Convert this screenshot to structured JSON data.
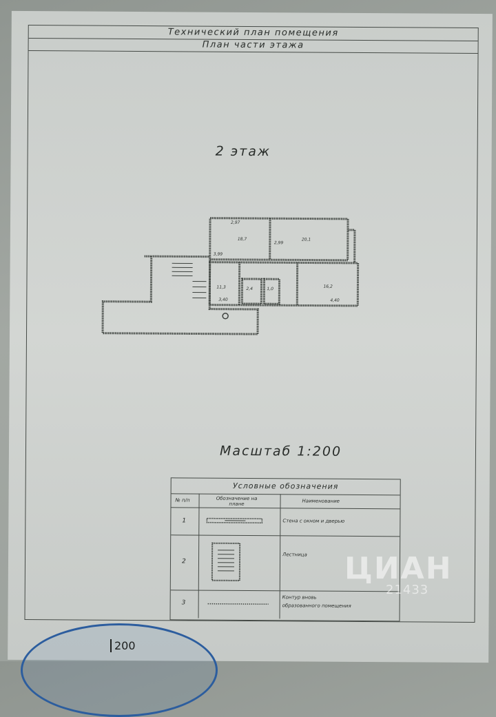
{
  "header": {
    "title": "Технический план помещения",
    "subtitle": "План части этажа"
  },
  "floor_label": "2 этаж",
  "scale_label": "Масштаб 1:200",
  "plan": {
    "rooms": [
      {
        "label": "18,7"
      },
      {
        "label": "20,1"
      },
      {
        "label": "11,3"
      },
      {
        "label": "16,2"
      },
      {
        "label": "2,4"
      },
      {
        "label": "1,0"
      }
    ],
    "dimensions": [
      "2,97",
      "2,99",
      "3,99",
      "3,40",
      "4,40"
    ]
  },
  "legend": {
    "title": "Условные обозначения",
    "headers": [
      "№ п/п",
      "Обозначение на плане",
      "Наименование"
    ],
    "rows": [
      {
        "num": "1",
        "name": "Стена с окном и дверью"
      },
      {
        "num": "2",
        "name": "Лестница"
      },
      {
        "num": "3",
        "name_line1": "Контур вновь",
        "name_line2": "образованного помещения"
      }
    ]
  },
  "stamp": {
    "number": "200"
  },
  "watermark": {
    "text": "ЦИАН",
    "number": "21433"
  }
}
